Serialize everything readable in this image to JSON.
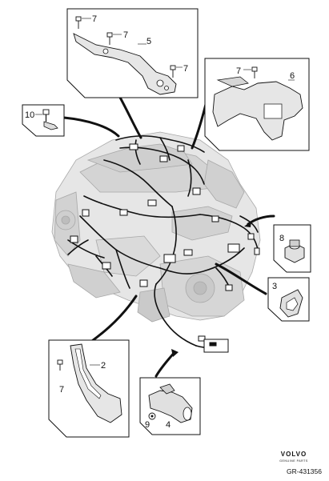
{
  "callouts": {
    "c1": "7",
    "c2": "7",
    "c3": "5",
    "c4": "7",
    "c5": "7",
    "c6": "6",
    "c7": "10",
    "c8": "8",
    "c9": "3",
    "c10": "2",
    "c11": "7",
    "c12": "9",
    "c13": "4"
  },
  "footer": {
    "brand": "VOLVO",
    "brand_sub": "GENUINE PARTS",
    "reference": "GR-431356"
  },
  "colors": {
    "line": "#111111",
    "shade": "#d8d8d8",
    "engine": "#bdbdbd"
  }
}
